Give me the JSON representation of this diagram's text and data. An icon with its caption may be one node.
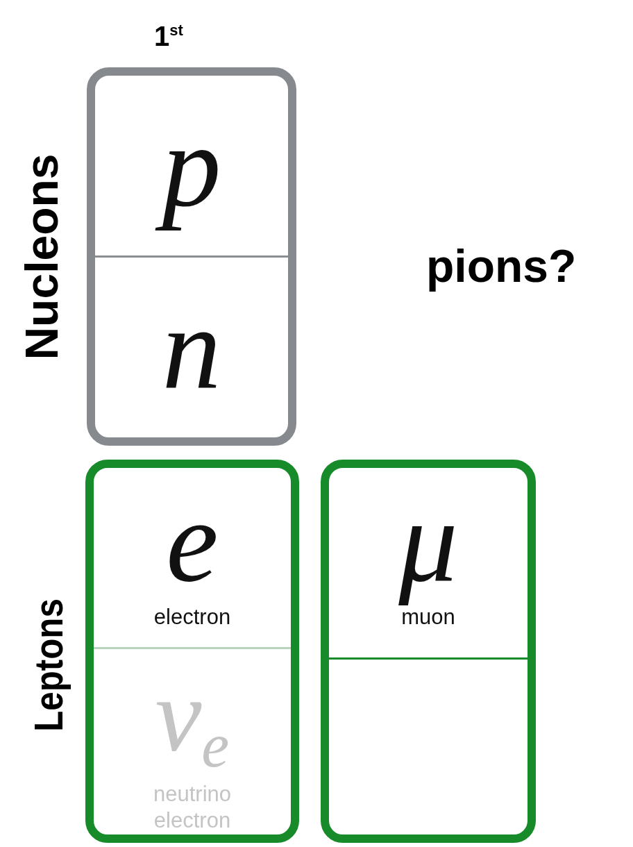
{
  "diagram": {
    "nodes": [
      {
        "text": [],
        "shape": "box"
      },
      {
        "text": [
          "p"
        ],
        "in": 0
      },
      {
        "text": [
          "n"
        ],
        "in": 0
      },
      {
        "text": [],
        "shape": "box"
      },
      {
        "text": [
          "e",
          "electron"
        ],
        "in": 3
      },
      {
        "text": [
          "ν$_{e}$",
          "neutrino electron"
        ],
        "in": 3
      },
      {
        "text": [],
        "shape": "box"
      },
      {
        "text": [
          "μ",
          "muon"
        ],
        "in": 6
      },
      {
        "text": [],
        "shape": "box",
        "in": 6
      }
    ],
    "labels": [
      "1$^{st}$",
      "Nucleons",
      "pions?",
      "Leptons"
    ]
  }
}
